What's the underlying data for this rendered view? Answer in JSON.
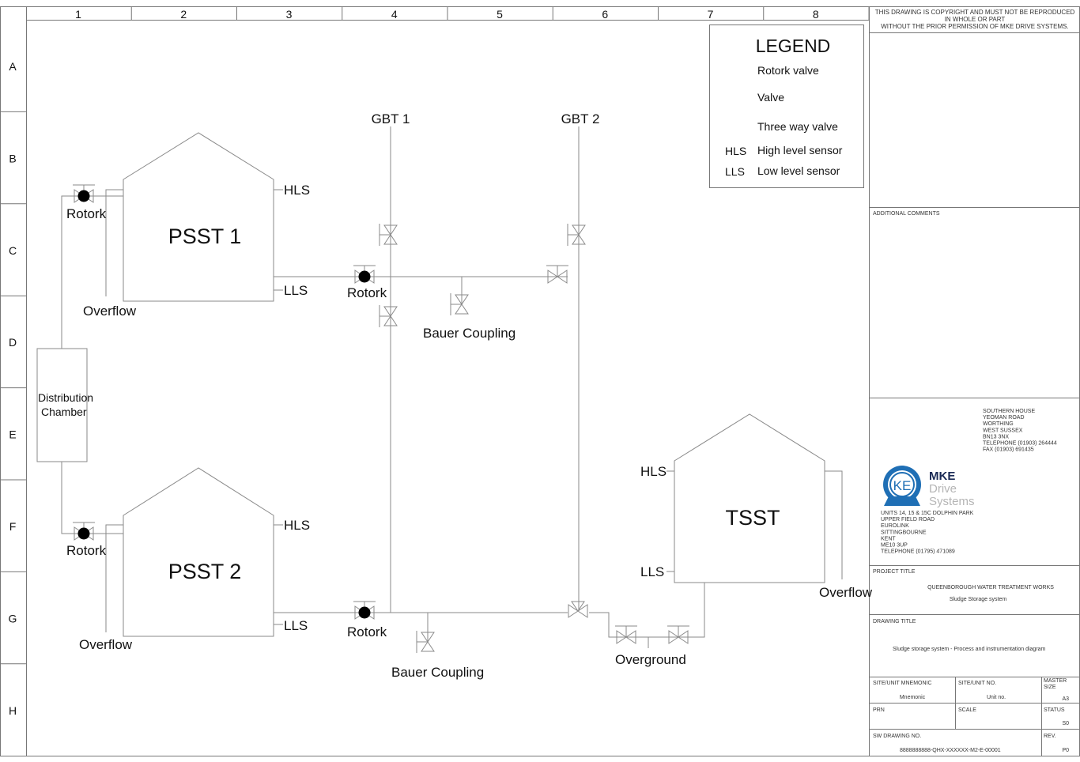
{
  "grid": {
    "columns": [
      "1",
      "2",
      "3",
      "4",
      "5",
      "6",
      "7",
      "8"
    ],
    "rows": [
      "A",
      "B",
      "C",
      "D",
      "E",
      "F",
      "G",
      "H"
    ]
  },
  "legend": {
    "title": "LEGEND",
    "items": [
      {
        "symbol": "rotork-valve",
        "label": "Rotork valve"
      },
      {
        "symbol": "valve",
        "label": "Valve"
      },
      {
        "symbol": "three-way-valve",
        "label": "Three way valve"
      },
      {
        "symbol": "HLS",
        "label": "High level sensor"
      },
      {
        "symbol": "LLS",
        "label": "Low level sensor"
      }
    ]
  },
  "diagram": {
    "tanks": {
      "psst1": "PSST 1",
      "psst2": "PSST 2",
      "tsst": "TSST"
    },
    "hls": "HLS",
    "lls": "LLS",
    "rotork": "Rotork",
    "overflow": "Overflow",
    "gbt1": "GBT 1",
    "gbt2": "GBT 2",
    "bauer": "Bauer Coupling",
    "overground": "Overground",
    "distribution": [
      "Distribution",
      "Chamber"
    ]
  },
  "title_block": {
    "copyright": [
      "THIS DRAWING IS COPYRIGHT AND MUST NOT BE REPRODUCED IN WHOLE OR PART",
      "WITHOUT THE PRIOR PERMISSION OF MKE DRIVE SYSTEMS."
    ],
    "additional_comments": "ADDITIONAL COMMENTS",
    "address_south": [
      "SOUTHERN HOUSE",
      "YEOMAN ROAD",
      "WORTHING",
      "WEST SUSSEX",
      "BN13 3NX",
      "TELEPHONE (01903) 264444",
      "FAX (01903) 691435"
    ],
    "logo": {
      "brand": "MKE",
      "line2": "Drive",
      "line3": "Systems",
      "mark": "KE"
    },
    "address_kent": [
      "UNITS 14, 15 & 15C DOLPHIN PARK",
      "UPPER FIELD ROAD",
      "EUROLINK",
      "SITTINGBOURNE",
      "KENT",
      "ME10 3UP",
      "TELEPHONE (01795) 471089"
    ],
    "project_title_label": "PROJECT TITLE",
    "project_title": "QUEENBOROUGH WATER TREATMENT WORKS",
    "project_subtitle": "Sludge Storage system",
    "drawing_title_label": "DRAWING TITLE",
    "drawing_title": "Sludge storage system - Process and instrumentation diagram",
    "site_mnemonic_label": "SITE/UNIT MNEMONIC",
    "site_mnemonic": "Mnemonic",
    "site_unit_no_label": "SITE/UNIT NO.",
    "site_unit_no": "Unit no.",
    "master_size_label": "MASTER SIZE",
    "master_size": "A3",
    "prn_label": "PRN",
    "scale_label": "SCALE",
    "status_label": "STATUS",
    "status": "S0",
    "drawing_no_label": "SW DRAWING NO.",
    "drawing_no": "8888888888-QHX-XXXXXX-M2-E-00001",
    "rev_label": "REV.",
    "rev": "P0"
  },
  "colors": {
    "line": "#8a8a8a",
    "logo": "#1f6fb5",
    "logo_grey": "#b5b5b5"
  }
}
